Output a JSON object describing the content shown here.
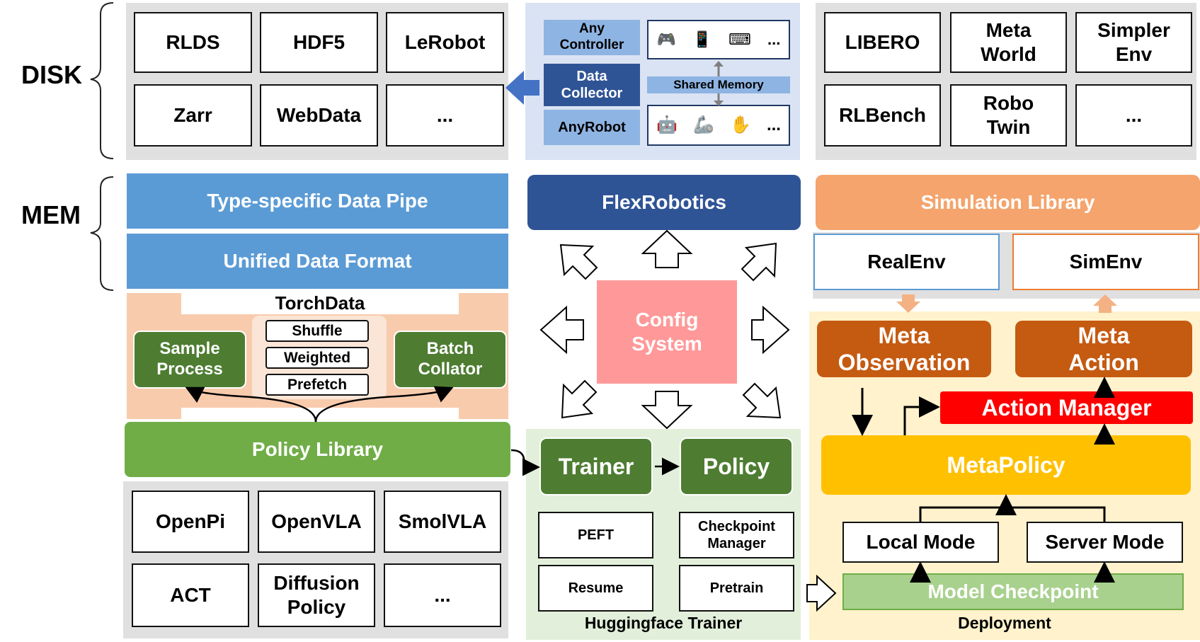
{
  "left_labels": {
    "disk": "DISK",
    "mem": "MEM"
  },
  "disk_formats": [
    "RLDS",
    "HDF5",
    "LeRobot",
    "Zarr",
    "WebData",
    "..."
  ],
  "collector": {
    "any_controller": "Any\nController",
    "data_collector": "Data\nCollector",
    "any_robot": "AnyRobot",
    "shared_memory": "Shared Memory",
    "controller_icons": [
      "gamepad-icon",
      "phone-icon",
      "keyboard-icon"
    ],
    "robot_icons": [
      "humanoid-robot-icon",
      "robot-arm-icon",
      "robot-hand-icon"
    ],
    "ellipsis": "..."
  },
  "benchmarks": [
    "LIBERO",
    "Meta\nWorld",
    "Simpler\nEnv",
    "RLBench",
    "Robo\nTwin",
    "..."
  ],
  "data_pipe": {
    "type_specific": "Type-specific Data Pipe",
    "unified_format": "Unified Data Format",
    "torchdata": "TorchData",
    "sample_process": "Sample\nProcess",
    "batch_collator": "Batch\nCollator",
    "ops": [
      "Shuffle",
      "Weighted",
      "Prefetch"
    ]
  },
  "policy_library": {
    "title": "Policy Library",
    "policies": [
      "OpenPi",
      "OpenVLA",
      "SmolVLA",
      "ACT",
      "Diffusion\nPolicy",
      "..."
    ]
  },
  "center": {
    "flexrobotics": "FlexRobotics",
    "config_system": "Config\nSystem"
  },
  "trainer": {
    "trainer": "Trainer",
    "policy": "Policy",
    "features": [
      "PEFT",
      "Checkpoint\nManager",
      "Resume",
      "Pretrain"
    ],
    "caption": "Huggingface Trainer"
  },
  "simulation": {
    "library": "Simulation Library",
    "real_env": "RealEnv",
    "sim_env": "SimEnv"
  },
  "deployment": {
    "meta_observation": "Meta\nObservation",
    "meta_action": "Meta\nAction",
    "action_manager": "Action Manager",
    "metapolicy": "MetaPolicy",
    "local_mode": "Local Mode",
    "server_mode": "Server Mode",
    "model_checkpoint": "Model Checkpoint",
    "caption": "Deployment"
  },
  "colors": {
    "blue_bar": "#5b9bd5",
    "navy": "#2f5496",
    "green": "#70ad47",
    "green_dark": "#4e7d32",
    "peach": "#f8cbad",
    "orange": "#f4a46c",
    "orange_dark": "#c55a11",
    "gold": "#ffc000",
    "red": "#ff0000",
    "pink": "#ff9999",
    "gray_panel": "#e0e0e0",
    "light_blue_panel": "#dae3f3",
    "light_green_panel": "#e2efda",
    "cream_panel": "#fff2cc"
  }
}
